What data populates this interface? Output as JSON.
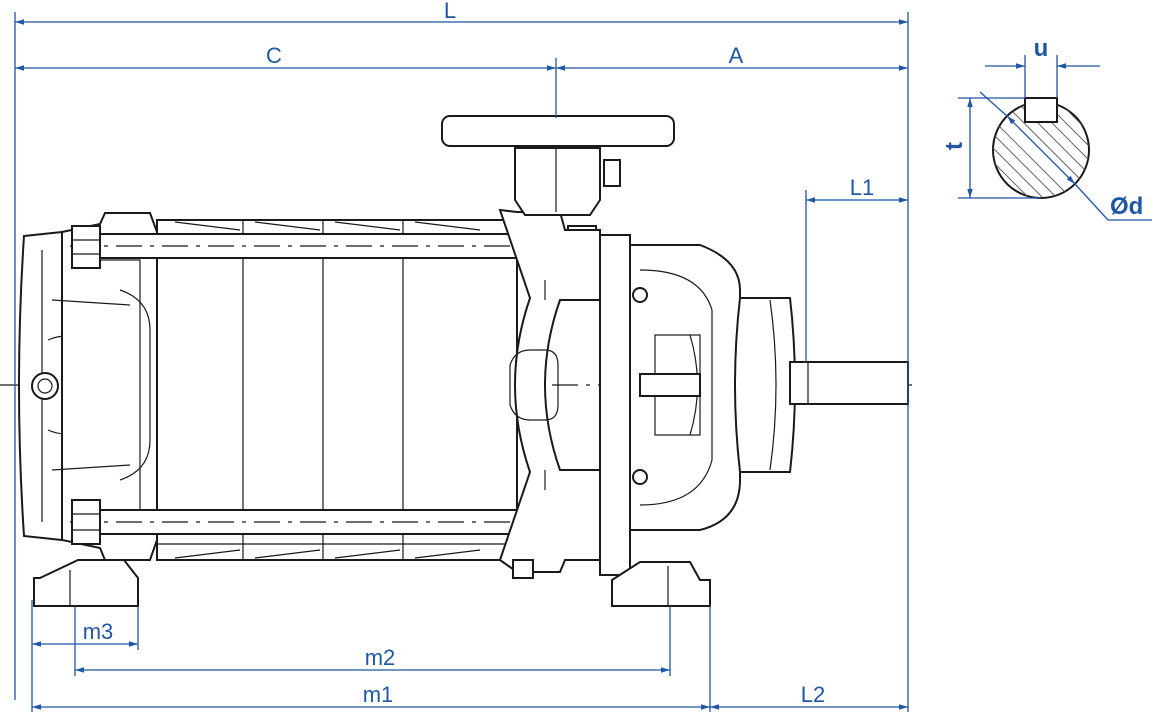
{
  "dimensions": {
    "L": "L",
    "C": "C",
    "A": "A",
    "L1": "L1",
    "L2": "L2",
    "m1": "m1",
    "m2": "m2",
    "m3": "m3",
    "u": "u",
    "t": "t",
    "d": "Ød"
  },
  "colors": {
    "dimension": "#1f56a6",
    "outline": "#1a1a1a",
    "background": "#ffffff"
  }
}
